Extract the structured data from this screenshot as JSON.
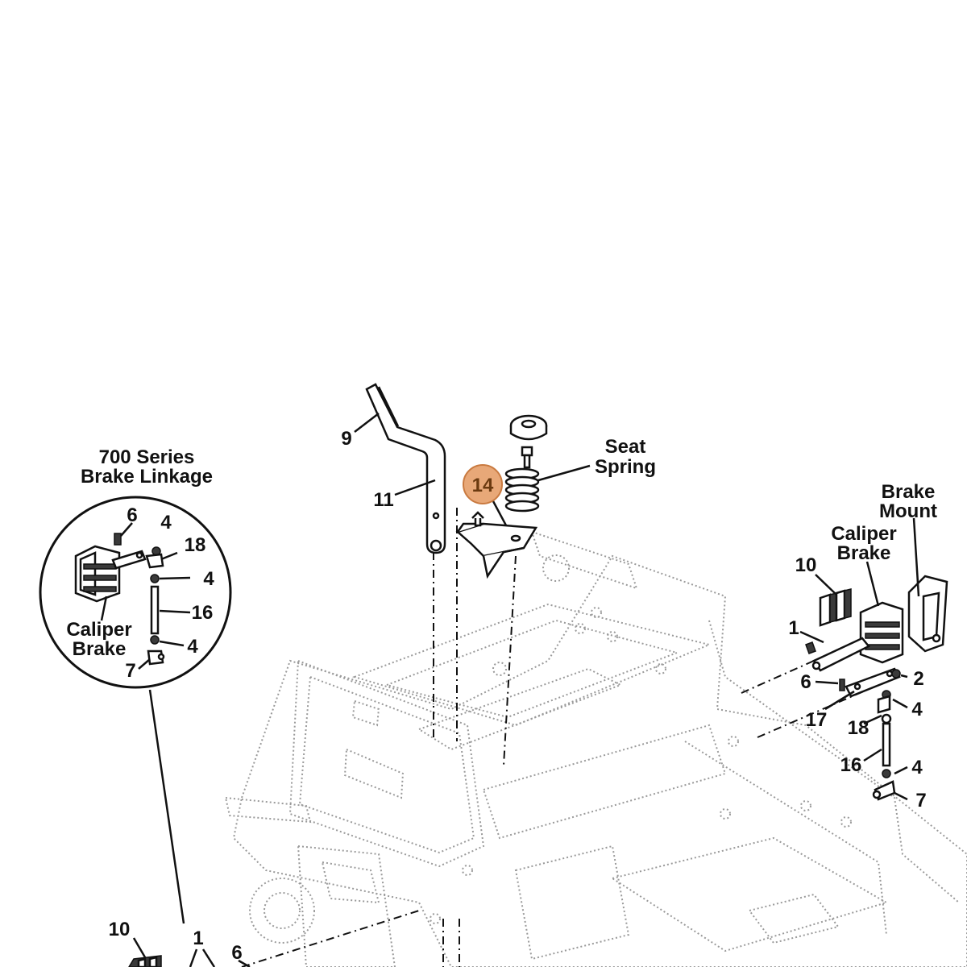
{
  "callouts": {
    "p9": "9",
    "p11": "11",
    "p14": "14",
    "seat_spring": [
      "Seat",
      "Spring"
    ],
    "brake_mount": [
      "Brake",
      "Mount"
    ],
    "caliper_brake_right": [
      "Caliper",
      "Brake"
    ],
    "r10": "10",
    "r1": "1",
    "r6": "6",
    "r17": "17",
    "r2": "2",
    "r4a": "4",
    "r18": "18",
    "r16": "16",
    "r4b": "4",
    "r7": "7",
    "b10": "10",
    "b1": "1",
    "b6": "6"
  },
  "inset": {
    "title": [
      "700 Series",
      "Brake Linkage"
    ],
    "i6": "6",
    "i4a": "4",
    "i18": "18",
    "i4b": "4",
    "i16": "16",
    "i4c": "4",
    "i7": "7",
    "caliper_brake": [
      "Caliper",
      "Brake"
    ]
  },
  "highlight": {
    "part_number": "14",
    "color": "#E8A878",
    "stroke": "#C97A40"
  }
}
